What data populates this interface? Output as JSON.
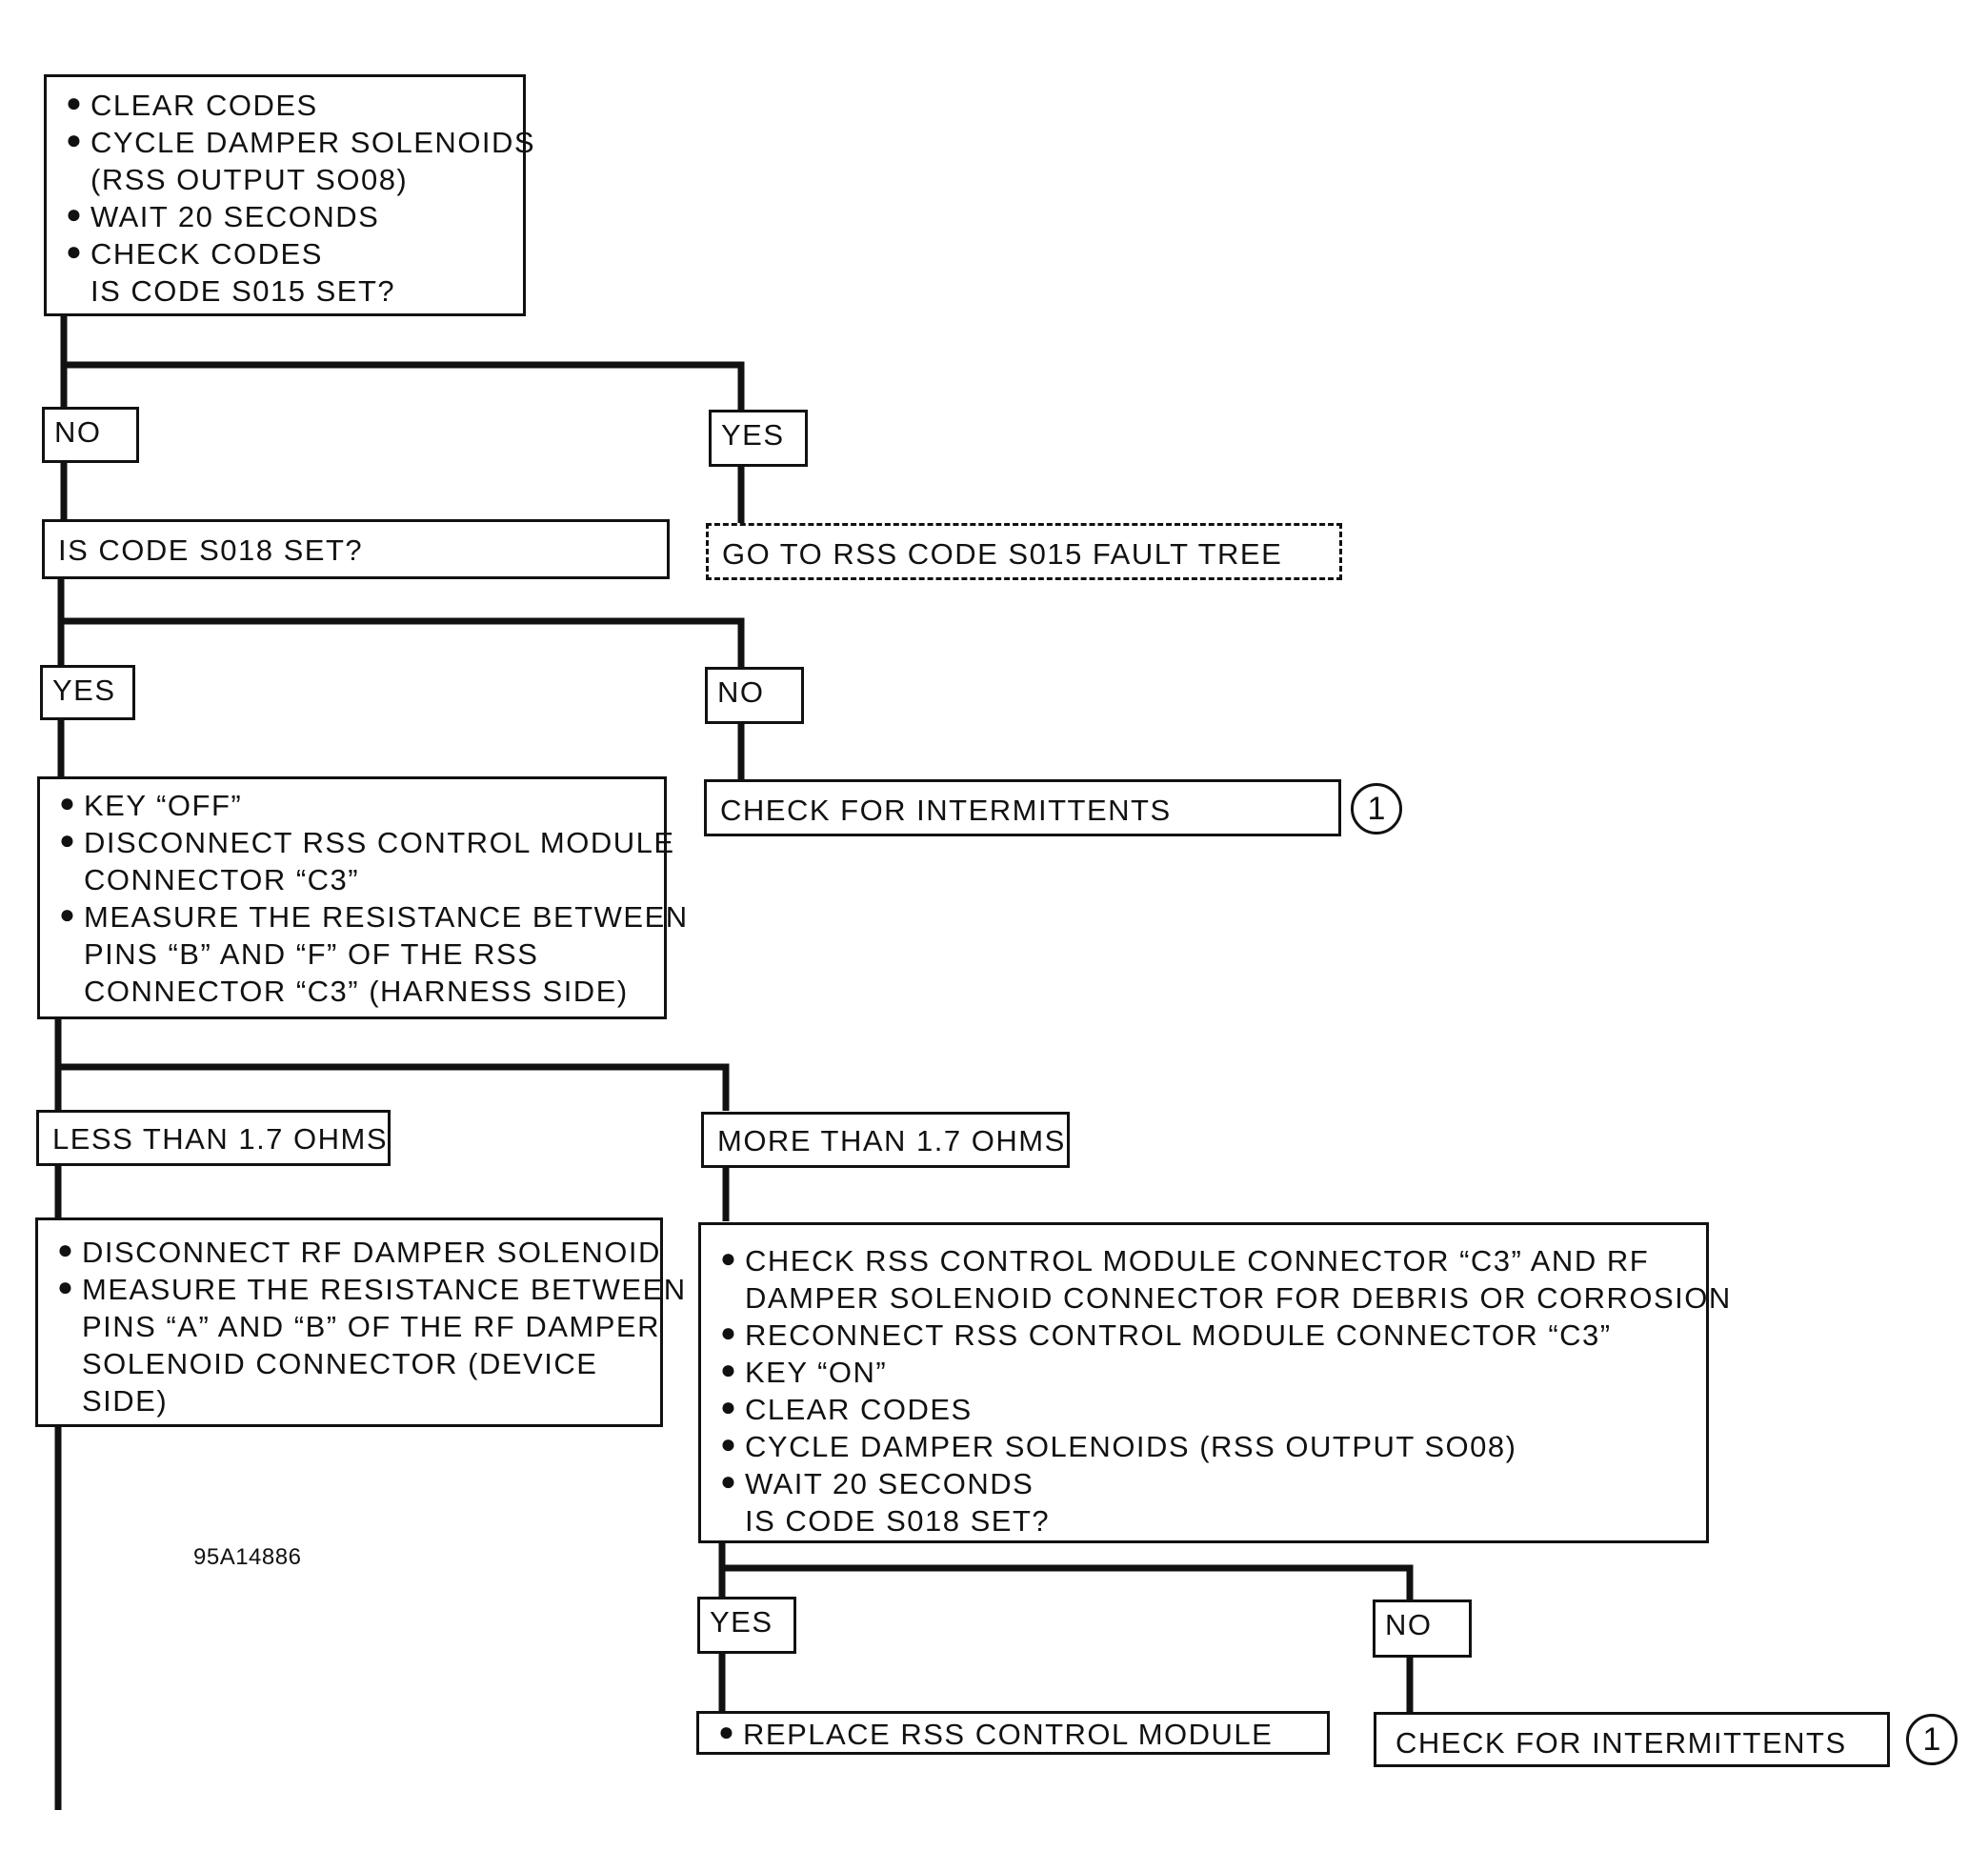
{
  "diagram": {
    "box_start": {
      "items": [
        "CLEAR CODES",
        "CYCLE DAMPER SOLENOIDS\n(RSS OUTPUT SO08)",
        "WAIT 20 SECONDS",
        "CHECK CODES"
      ],
      "question": "IS CODE S015 SET?"
    },
    "lbl_no_1": "NO",
    "lbl_yes_1": "YES",
    "box_s018": "IS CODE S018 SET?",
    "box_goto_s015": "GO TO RSS CODE S015 FAULT TREE",
    "lbl_yes_2": "YES",
    "lbl_no_2": "NO",
    "box_check_int_1": "CHECK FOR INTERMITTENTS",
    "circle_1": "1",
    "box_key_off": {
      "items": [
        "KEY “OFF”",
        "DISCONNECT RSS CONTROL MODULE\nCONNECTOR “C3”",
        "MEASURE THE RESISTANCE BETWEEN\nPINS “B” AND “F” OF THE RSS\nCONNECTOR “C3” (HARNESS SIDE)"
      ]
    },
    "lbl_less": "LESS THAN 1.7 OHMS",
    "lbl_more": "MORE THAN 1.7 OHMS",
    "box_disconnect_rf": {
      "items": [
        "DISCONNECT RF DAMPER SOLENOID",
        "MEASURE THE RESISTANCE BETWEEN\nPINS “A” AND “B” OF THE RF DAMPER\nSOLENOID CONNECTOR (DEVICE\nSIDE)"
      ]
    },
    "box_check_rss": {
      "items": [
        "CHECK RSS CONTROL MODULE CONNECTOR “C3” AND RF\nDAMPER SOLENOID CONNECTOR FOR DEBRIS OR CORROSION",
        "RECONNECT RSS CONTROL MODULE CONNECTOR “C3”",
        "KEY “ON”",
        "CLEAR CODES",
        "CYCLE DAMPER SOLENOIDS (RSS OUTPUT SO08)",
        "WAIT 20 SECONDS"
      ],
      "question": "IS CODE S018 SET?"
    },
    "lbl_yes_3": "YES",
    "lbl_no_3": "NO",
    "box_replace": "REPLACE RSS CONTROL MODULE",
    "box_check_int_2": "CHECK FOR INTERMITTENTS",
    "circle_2": "1",
    "figure_id": "95A14886"
  }
}
